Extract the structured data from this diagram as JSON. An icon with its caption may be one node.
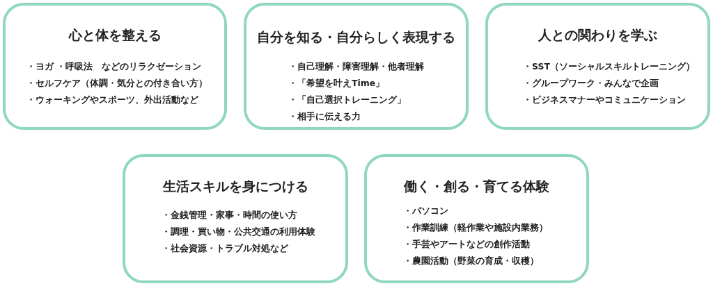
{
  "diagram": {
    "nodes": [
      {
        "text": [
          "心と体を整える",
          "・ヨガ ・呼吸法　などのリラクゼーション",
          "・セルフケア（体調・気分との付き合い方）",
          "・ウォーキングやスポーツ、外出活動など"
        ]
      },
      {
        "text": [
          "自分を知る・自分らしく表現する",
          "・自己理解・障害理解・他者理解",
          "・「希望を叶えTime」",
          "・「自己選択トレーニング」",
          "・相手に伝える力"
        ]
      },
      {
        "text": [
          "人との関わりを学ぶ",
          "・SST（ソーシャルスキルトレーニング）",
          "・グループワーク・みんなで企画",
          "・ビジネスマナーやコミュニケーション"
        ]
      },
      {
        "text": [
          "生活スキルを身につける",
          "・金銭管理・家事・時間の使い方",
          "・調理・買い物・公共交通の利用体験",
          "・社会資源・トラブル対処など"
        ]
      },
      {
        "text": [
          "働く・創る・育てる体験",
          "・パソコン",
          "・作業訓練（軽作業や施設内業務）",
          "・手芸やアートなどの創作活動",
          "・農園活動（野菜の育成・収穫）"
        ]
      }
    ]
  }
}
